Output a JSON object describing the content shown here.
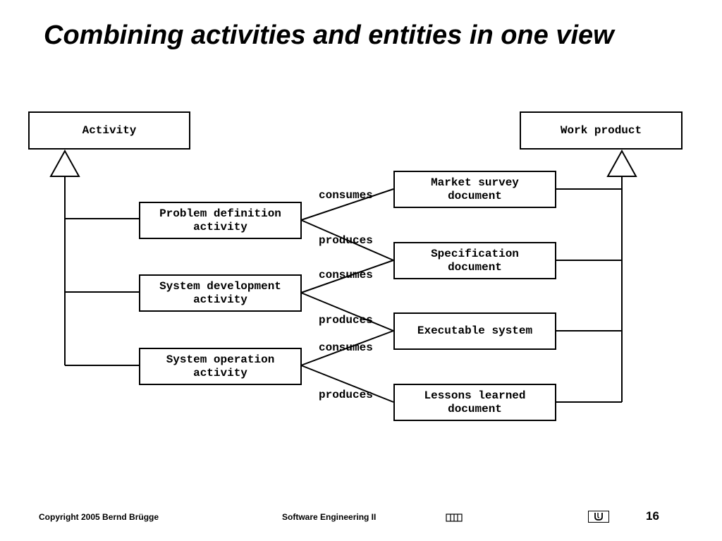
{
  "title": "Combining activities and entities in one view",
  "boxes": {
    "activity": "Activity",
    "work_product": "Work product",
    "problem_definition": "Problem definition\nactivity",
    "system_development": "System development\nactivity",
    "system_operation": "System operation\nactivity",
    "market_survey": "Market survey\ndocument",
    "specification": "Specification\ndocument",
    "executable_system": "Executable system",
    "lessons_learned": "Lessons learned\ndocument"
  },
  "labels": {
    "consumes_1": "consumes",
    "produces_1": "produces",
    "consumes_2": "consumes",
    "produces_2": "produces",
    "consumes_3": "consumes",
    "produces_3": "produces"
  },
  "footer": {
    "copyright": "Copyright  2005  Bernd Brügge",
    "course": "Software  Engineering II",
    "page_number": "16"
  },
  "icons": {
    "footer_glyph": "box-glyph-icon",
    "footer_u": "u-logo-icon"
  }
}
